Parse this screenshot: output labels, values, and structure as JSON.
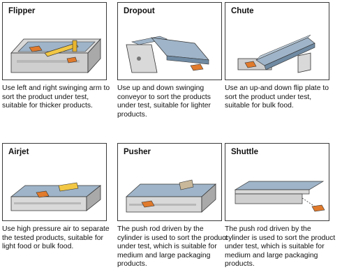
{
  "cards": [
    {
      "title": "Flipper",
      "description": "Use left and right swinging arm to sort the product under test, suitable for thicker products."
    },
    {
      "title": "Dropout",
      "description": "Use up and down swinging conveyor to sort the products under test, suitable for lighter products."
    },
    {
      "title": "Chute",
      "description": "Use an up-and down flip plate to sort the product under test, suitable for bulk food."
    },
    {
      "title": "Airjet",
      "description": "Use high pressure air to separate the tested products, suitable for light food or bulk food."
    },
    {
      "title": "Pusher",
      "description": "The push rod driven by the cylinder is used to sort the product under test, which is suitable for medium and large packaging products."
    },
    {
      "title": "Shuttle",
      "description": "The push rod driven by the cylinder is used to sort the product under test, which is suitable for medium and large packaging products."
    }
  ],
  "colors": {
    "belt": "#9fb4c8",
    "belt_dark": "#6f8aa3",
    "product": "#e07a2c",
    "arm": "#f2c744",
    "machine": "#d9d9d9",
    "machine_dark": "#a9a9a9"
  }
}
